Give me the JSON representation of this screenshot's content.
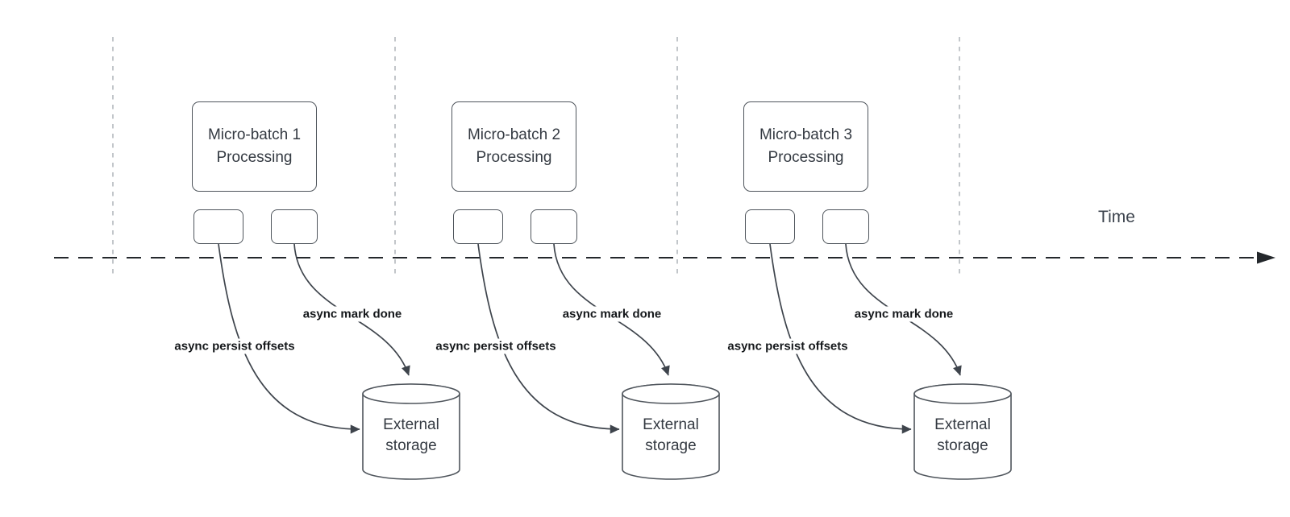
{
  "time_axis": {
    "label": "Time"
  },
  "groups": [
    {
      "box_line1": "Micro-batch 1",
      "box_line2": "Processing",
      "persist_arrow_label": "async persist offsets",
      "done_arrow_label": "async mark done",
      "storage_line1": "External",
      "storage_line2": "storage"
    },
    {
      "box_line1": "Micro-batch 2",
      "box_line2": "Processing",
      "persist_arrow_label": "async persist offsets",
      "done_arrow_label": "async mark done",
      "storage_line1": "External",
      "storage_line2": "storage"
    },
    {
      "box_line1": "Micro-batch 3",
      "box_line2": "Processing",
      "persist_arrow_label": "async persist offsets",
      "done_arrow_label": "async mark done",
      "storage_line1": "External",
      "storage_line2": "storage"
    }
  ],
  "colors": {
    "background": "#ffffff",
    "guide_line": "#a9adb3",
    "time_axis_line": "#24282c",
    "shape_border": "#4f555c",
    "shape_text": "#343a42",
    "arrow": "#3e444c",
    "edge_label_text": "#15181b"
  }
}
